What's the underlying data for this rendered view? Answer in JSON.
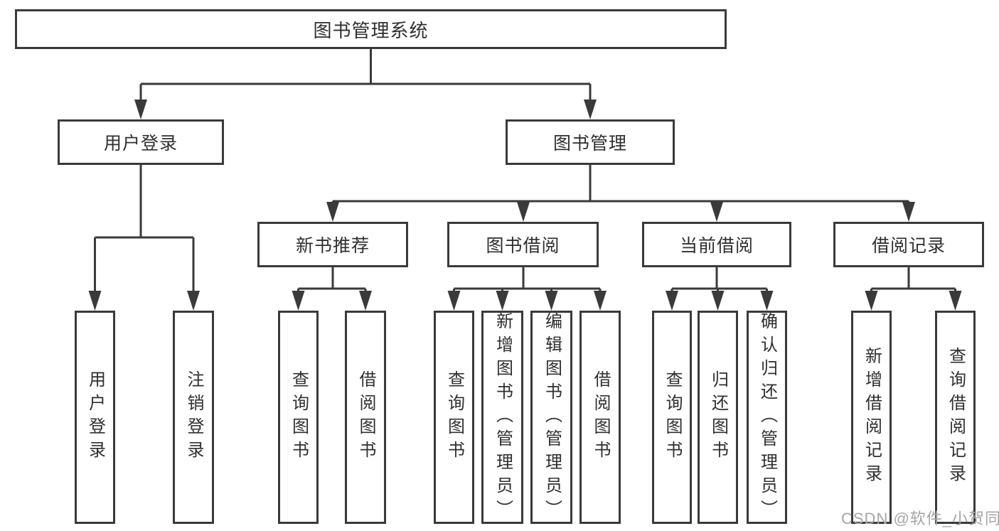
{
  "diagram": {
    "root": {
      "label": "图书管理系统"
    },
    "branches": [
      {
        "label": "用户登录",
        "children": [
          {
            "label": "用户登录"
          },
          {
            "label": "注销登录"
          }
        ]
      },
      {
        "label": "图书管理",
        "children": [
          {
            "label": "新书推荐",
            "children": [
              {
                "label": "查询图书"
              },
              {
                "label": "借阅图书"
              }
            ]
          },
          {
            "label": "图书借阅",
            "children": [
              {
                "label": "查询图书"
              },
              {
                "label": "新增图书（管理员）"
              },
              {
                "label": "编辑图书（管理员）"
              },
              {
                "label": "借阅图书"
              }
            ]
          },
          {
            "label": "当前借阅",
            "children": [
              {
                "label": "查询图书"
              },
              {
                "label": "归还图书"
              },
              {
                "label": "确认归还（管理员）"
              }
            ]
          },
          {
            "label": "借阅记录",
            "children": [
              {
                "label": "新增借阅记录"
              },
              {
                "label": "查询借阅记录"
              }
            ]
          }
        ]
      }
    ]
  },
  "watermark": {
    "text": "CSDN @软件_小贺同学"
  },
  "colors": {
    "line": "#3a3a3a",
    "text": "#2f2f2f",
    "watermark": "#a6a6a6",
    "background": "#ffffff"
  }
}
